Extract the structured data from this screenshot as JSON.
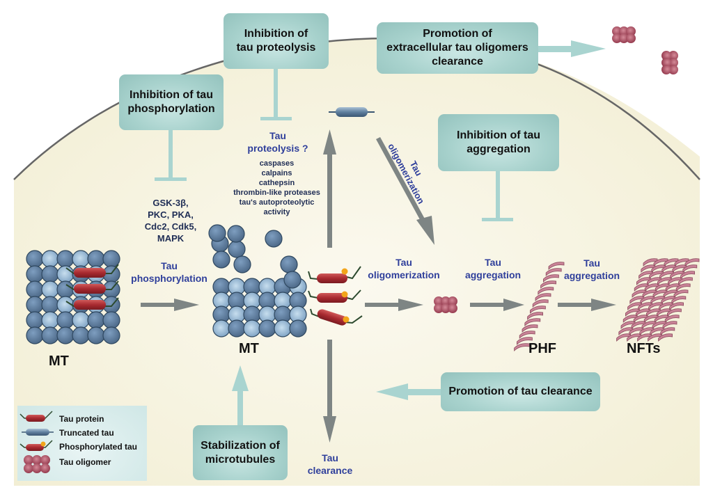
{
  "boxes": {
    "inhibit_proteolysis": "Inhibition of\ntau proteolysis",
    "inhibit_phosphorylation": "Inhibition of tau\nphosphorylation",
    "promote_extracellular": "Promotion of\nextracellular tau oligomers\nclearance",
    "inhibit_aggregation": "Inhibition of tau\naggregation",
    "promote_clearance": "Promotion of tau clearance",
    "stabilize_mt": "Stabilization of\nmicrotubules"
  },
  "process_labels": {
    "tau_proteolysis": "Tau\nproteolysis ?",
    "tau_phosphorylation": "Tau\nphosphorylation",
    "tau_oligomerization_diag": "Tau\noligomerization",
    "tau_oligomerization": "Tau\noligomerization",
    "tau_aggregation_1": "Tau\naggregation",
    "tau_aggregation_2": "Tau\naggregation",
    "tau_clearance": "Tau\nclearance"
  },
  "kinases": "GSK-3β,\nPKC, PKA,\nCdc2, Cdk5,\nMAPK",
  "proteases": "caspases\ncalpains\ncathepsin\nthrombin-like proteases\ntau's autoproteolytic\nactivity",
  "structure_labels": {
    "mt_left": "MT",
    "mt_center": "MT",
    "phf": "PHF",
    "nfts": "NFTs"
  },
  "legend": [
    {
      "icon": "tau-protein-icon",
      "label": "Tau protein"
    },
    {
      "icon": "truncated-tau-icon",
      "label": "Truncated tau"
    },
    {
      "icon": "phosphorylated-tau-icon",
      "label": "Phosphorylated tau"
    },
    {
      "icon": "tau-oligomer-icon",
      "label": "Tau oligomer"
    }
  ],
  "colors": {
    "cell": "#f6f3df",
    "box": "#a8d2cd",
    "process_text": "#2f3f9b",
    "arrow_gray": "#7e8584",
    "arrow_teal": "#a9d4d0",
    "tau_red": "#a8343a",
    "oligomer": "#a84a5c",
    "tubulin": "#5c7f9e"
  }
}
